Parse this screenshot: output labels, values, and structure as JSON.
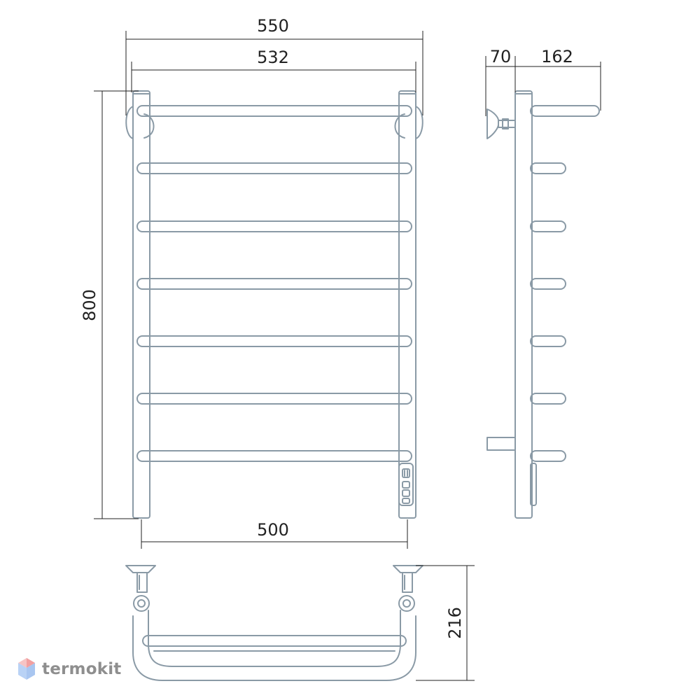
{
  "colors": {
    "outline": "#8a9aa6",
    "dimension": "#222222",
    "brand_gray": "#8e8e8e",
    "logo_red": "#f2a0a0",
    "logo_blue": "#a9c6f0"
  },
  "dimensions": {
    "overall_width": "550",
    "mount_width": "532",
    "height": "800",
    "bottom_width": "500",
    "wall_offset": "70",
    "depth": "162",
    "top_view_depth": "216"
  },
  "brand": {
    "name": "termokit",
    "logo_icon": "hexagon-cube-icon"
  }
}
